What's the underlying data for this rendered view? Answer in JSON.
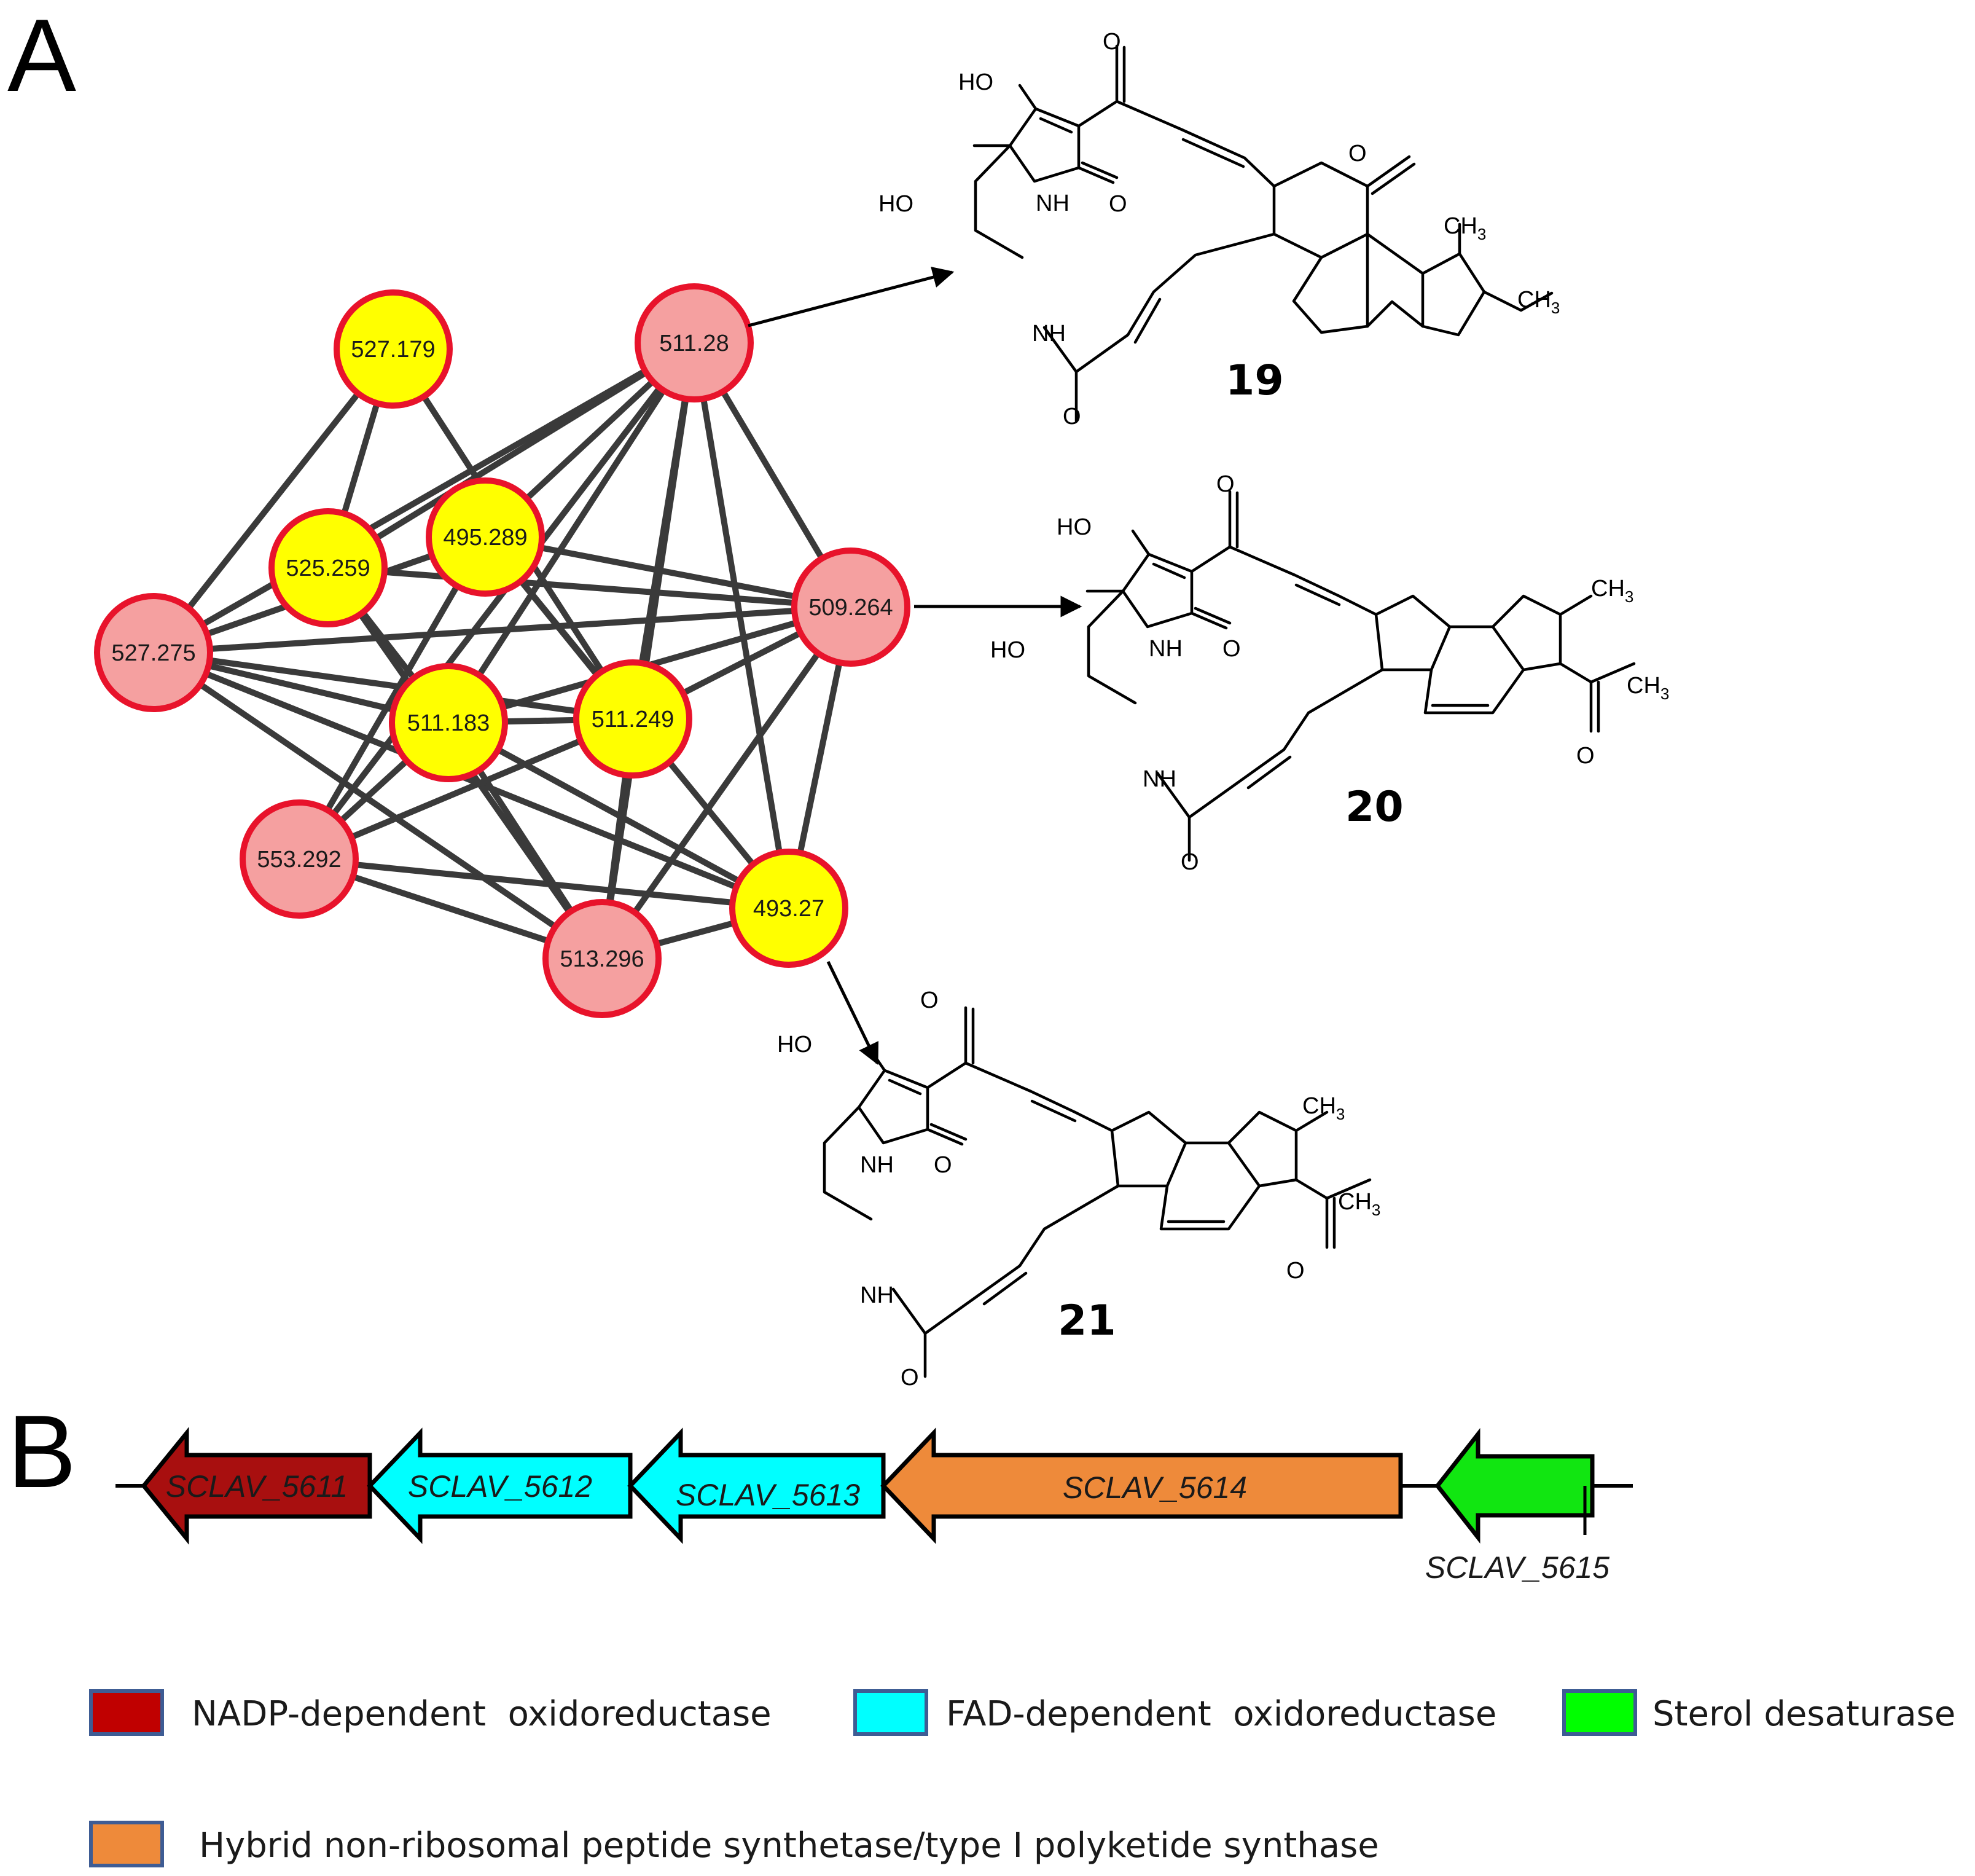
{
  "panels": {
    "a": "A",
    "b": "B"
  },
  "network": {
    "nodes": [
      {
        "id": "n527_179",
        "label": "527.179",
        "fill": "#ffff00"
      },
      {
        "id": "n511_28",
        "label": "511.28",
        "fill": "#f5a0a0"
      },
      {
        "id": "n525_259",
        "label": "525.259",
        "fill": "#ffff00"
      },
      {
        "id": "n495_289",
        "label": "495.289",
        "fill": "#ffff00"
      },
      {
        "id": "n509_264",
        "label": "509.264",
        "fill": "#f5a0a0"
      },
      {
        "id": "n527_275",
        "label": "527.275",
        "fill": "#f5a0a0"
      },
      {
        "id": "n511_183",
        "label": "511.183",
        "fill": "#ffff00"
      },
      {
        "id": "n511_249",
        "label": "511.249",
        "fill": "#ffff00"
      },
      {
        "id": "n553_292",
        "label": "553.292",
        "fill": "#f5a0a0"
      },
      {
        "id": "n493_27",
        "label": "493.27",
        "fill": "#ffff00"
      },
      {
        "id": "n513_296",
        "label": "513.296",
        "fill": "#f5a0a0"
      }
    ],
    "border_color": "#e8132b",
    "edges": [
      [
        "n527_179",
        "n525_259"
      ],
      [
        "n527_179",
        "n527_275"
      ],
      [
        "n527_179",
        "n511_249"
      ],
      [
        "n511_28",
        "n527_275"
      ],
      [
        "n511_28",
        "n525_259"
      ],
      [
        "n511_28",
        "n495_289"
      ],
      [
        "n511_28",
        "n509_264"
      ],
      [
        "n511_28",
        "n511_183"
      ],
      [
        "n511_28",
        "n511_249"
      ],
      [
        "n511_28",
        "n553_292"
      ],
      [
        "n511_28",
        "n493_27"
      ],
      [
        "n511_28",
        "n513_296"
      ],
      [
        "n509_264",
        "n527_275"
      ],
      [
        "n509_264",
        "n525_259"
      ],
      [
        "n509_264",
        "n495_289"
      ],
      [
        "n509_264",
        "n511_183"
      ],
      [
        "n509_264",
        "n511_249"
      ],
      [
        "n509_264",
        "n493_27"
      ],
      [
        "n509_264",
        "n513_296"
      ],
      [
        "n527_275",
        "n495_289"
      ],
      [
        "n527_275",
        "n511_183"
      ],
      [
        "n527_275",
        "n511_249"
      ],
      [
        "n527_275",
        "n493_27"
      ],
      [
        "n527_275",
        "n513_296"
      ],
      [
        "n525_259",
        "n511_183"
      ],
      [
        "n525_259",
        "n513_296"
      ],
      [
        "n495_289",
        "n511_249"
      ],
      [
        "n495_289",
        "n553_292"
      ],
      [
        "n495_289",
        "n493_27"
      ],
      [
        "n511_183",
        "n511_249"
      ],
      [
        "n511_183",
        "n553_292"
      ],
      [
        "n511_183",
        "n513_296"
      ],
      [
        "n511_183",
        "n493_27"
      ],
      [
        "n511_249",
        "n553_292"
      ],
      [
        "n511_249",
        "n513_296"
      ],
      [
        "n553_292",
        "n493_27"
      ],
      [
        "n553_292",
        "n513_296"
      ],
      [
        "n513_296",
        "n493_27"
      ]
    ]
  },
  "compounds": {
    "c19": {
      "number": "19"
    },
    "c20": {
      "number": "20"
    },
    "c21": {
      "number": "21"
    }
  },
  "atoms": {
    "ho": "HO",
    "o": "O",
    "nh": "NH",
    "ch": "CH",
    "three": "3"
  },
  "genes": [
    {
      "id": "g5611",
      "label": "SCLAV_5611",
      "color": "#a80f0f"
    },
    {
      "id": "g5612",
      "label": "SCLAV_5612",
      "color": "#00ffff"
    },
    {
      "id": "g5613",
      "label": "SCLAV_5613",
      "color": "#00ffff"
    },
    {
      "id": "g5614",
      "label": "SCLAV_5614",
      "color": "#ee8a3a"
    },
    {
      "id": "g5615",
      "label": "SCLAV_5615",
      "color": "#11e611"
    }
  ],
  "legend": [
    {
      "label": "NADP-dependent  oxidoreductase",
      "color": "#c00000"
    },
    {
      "label": "FAD-dependent  oxidoreductase",
      "color": "#00ffff"
    },
    {
      "label": "Sterol desaturase",
      "color": "#00ff00"
    },
    {
      "label": "Hybrid non-ribosomal peptide synthetase/type I polyketide synthase",
      "color": "#ee8a3a"
    }
  ]
}
